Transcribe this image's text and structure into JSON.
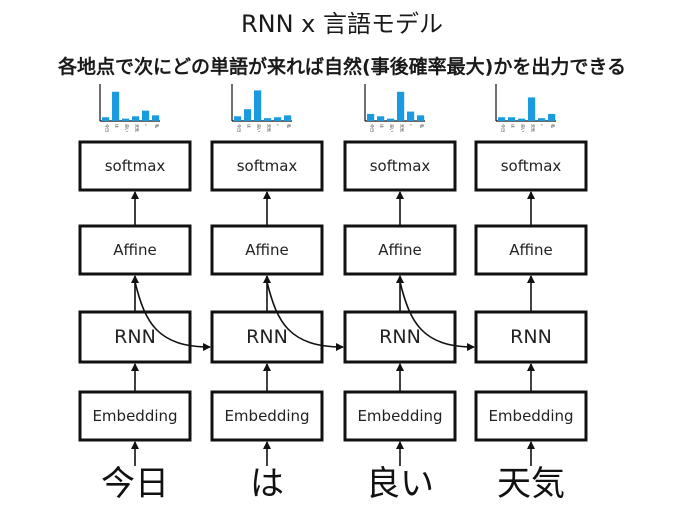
{
  "title": "RNN x 言語モデル",
  "subtitle": "各地点で次にどの単語が来れば自然(事後確率最大)かを出力できる",
  "layers": {
    "softmax": "softmax",
    "affine": "Affine",
    "rnn": "RNN",
    "embedding": "Embedding"
  },
  "colors": {
    "bar": "#1a9be0",
    "box_stroke": "#111111"
  },
  "inputs": [
    "今日",
    "は",
    "良い",
    "天気"
  ],
  "chart_data": [
    {
      "type": "bar",
      "categories": [
        "今日",
        "は",
        "良い",
        "天気",
        "。",
        "私"
      ],
      "values": [
        0.08,
        0.62,
        0.05,
        0.1,
        0.22,
        0.12
      ]
    },
    {
      "type": "bar",
      "categories": [
        "今日",
        "は",
        "良い",
        "天気",
        "。",
        "私"
      ],
      "values": [
        0.1,
        0.25,
        0.65,
        0.06,
        0.08,
        0.12
      ]
    },
    {
      "type": "bar",
      "categories": [
        "今日",
        "は",
        "良い",
        "天気",
        "。",
        "私"
      ],
      "values": [
        0.15,
        0.1,
        0.05,
        0.62,
        0.2,
        0.12
      ]
    },
    {
      "type": "bar",
      "categories": [
        "今日",
        "は",
        "良い",
        "天気",
        "。",
        "私"
      ],
      "values": [
        0.08,
        0.08,
        0.05,
        0.5,
        0.06,
        0.15
      ]
    }
  ]
}
